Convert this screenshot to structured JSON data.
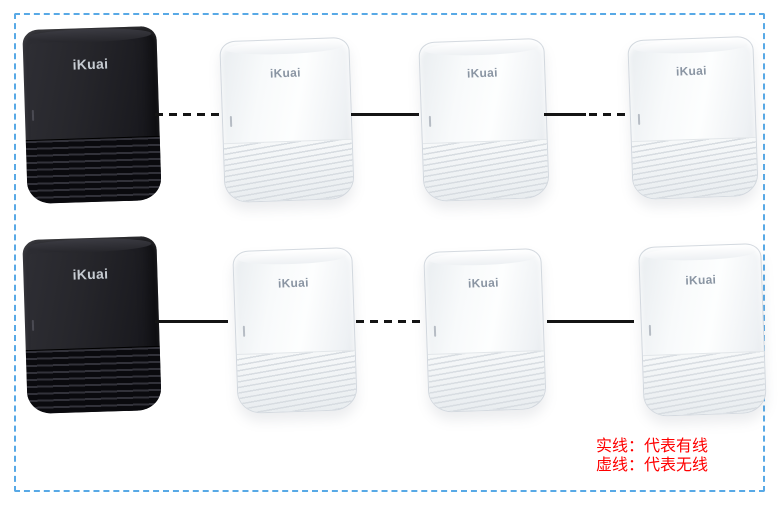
{
  "brand": {
    "logo": "iKuai"
  },
  "legend": {
    "color": "#ff0000",
    "lines": [
      {
        "text": "实线：代表有线"
      },
      {
        "text": "虚线：代表无线"
      }
    ]
  },
  "colors": {
    "frame_border": "#58a9e6",
    "link_line": "#141414",
    "router_body": "#202026",
    "ap_body": "#f4f6f8",
    "logo_text": "#8a95a3"
  },
  "topology": {
    "rows": [
      {
        "devices": [
          {
            "kind": "main-router",
            "color": "black",
            "label": "iKuai"
          },
          {
            "kind": "mesh-ap",
            "color": "white",
            "label": "iKuai"
          },
          {
            "kind": "mesh-ap",
            "color": "white",
            "label": "iKuai"
          },
          {
            "kind": "mesh-ap",
            "color": "white",
            "label": "iKuai"
          }
        ],
        "links": [
          {
            "from": 0,
            "to": 1,
            "style": "dashed"
          },
          {
            "from": 1,
            "to": 2,
            "style": "solid"
          },
          {
            "from": 2,
            "to": 3,
            "style": "solid-then-dashed"
          }
        ]
      },
      {
        "devices": [
          {
            "kind": "main-router",
            "color": "black",
            "label": "iKuai"
          },
          {
            "kind": "mesh-ap",
            "color": "white",
            "label": "iKuai"
          },
          {
            "kind": "mesh-ap",
            "color": "white",
            "label": "iKuai"
          },
          {
            "kind": "mesh-ap",
            "color": "white",
            "label": "iKuai"
          }
        ],
        "links": [
          {
            "from": 0,
            "to": 1,
            "style": "solid"
          },
          {
            "from": 1,
            "to": 2,
            "style": "dashed"
          },
          {
            "from": 2,
            "to": 3,
            "style": "solid"
          }
        ]
      }
    ]
  }
}
